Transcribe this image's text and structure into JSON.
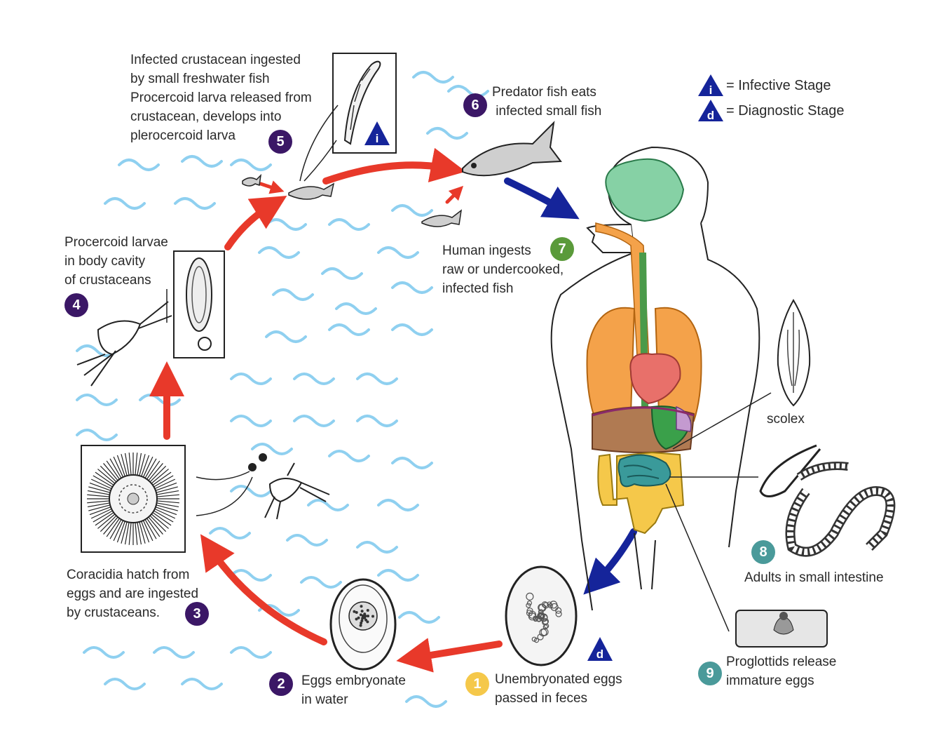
{
  "legend": {
    "infective_symbol": "i",
    "infective_text": "= Infective Stage",
    "diagnostic_symbol": "d",
    "diagnostic_text": "= Diagnostic Stage"
  },
  "steps": [
    {
      "number": "1",
      "lines": [
        "Unembryonated eggs",
        "passed in feces"
      ]
    },
    {
      "number": "2",
      "lines": [
        "Eggs embryonate",
        "in water"
      ]
    },
    {
      "number": "3",
      "lines": [
        "Coracidia hatch from",
        "eggs and are ingested",
        "by crustaceans."
      ]
    },
    {
      "number": "4",
      "lines": [
        "Procercoid larvae",
        "in body cavity",
        "of crustaceans"
      ]
    },
    {
      "number": "5",
      "lines": [
        "Infected crustacean ingested",
        "by small freshwater fish",
        "Procercoid larva released from",
        "crustacean, develops into",
        "plerocercoid larva"
      ]
    },
    {
      "number": "6",
      "lines": [
        "Predator fish eats",
        " infected small fish"
      ]
    },
    {
      "number": "7",
      "lines": [
        "Human ingests",
        "raw or undercooked,",
        "infected fish"
      ]
    },
    {
      "number": "8",
      "lines": [
        "Adults in small intestine"
      ]
    },
    {
      "number": "9",
      "lines": [
        "Proglottids release",
        "immature eggs"
      ]
    }
  ],
  "scolex_label": "scolex",
  "stage_markers": {
    "infective": "i",
    "diagnostic": "d"
  },
  "colors": {
    "arrow_red": "#e8392a",
    "arrow_blue": "#15249a",
    "badge_purple": "#3b1766",
    "badge_green": "#5a9a3a",
    "badge_teal": "#4a9a9a",
    "badge_yellow": "#f5c84a",
    "water": "#8fd0f0",
    "triangle": "#15249a"
  }
}
